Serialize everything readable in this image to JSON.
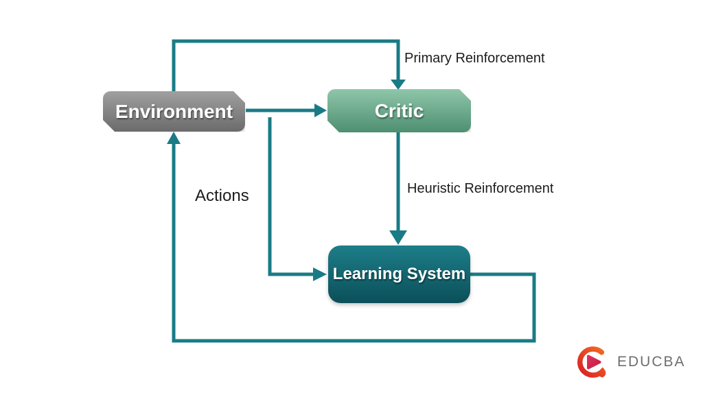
{
  "diagram": {
    "title": "Reinforcement learning block diagram",
    "nodes": [
      {
        "id": "environment",
        "label": "Environment"
      },
      {
        "id": "critic",
        "label": "Critic"
      },
      {
        "id": "learning_system",
        "label": "Learning System"
      }
    ],
    "edges": [
      {
        "from": "environment",
        "to": "critic",
        "label": "Primary Reinforcement",
        "route": "up-over-top"
      },
      {
        "from": "environment",
        "to": "critic",
        "label": "",
        "route": "direct-horizontal"
      },
      {
        "from": "critic",
        "to": "learning_system",
        "label": "Heuristic Reinforcement",
        "route": "straight-down"
      },
      {
        "from": "environment",
        "to": "learning_system",
        "label": "Actions",
        "route": "down-then-right"
      },
      {
        "from": "learning_system",
        "to": "environment",
        "label": "",
        "route": "right-down-around-bottom"
      }
    ],
    "edge_labels": {
      "primary": "Primary Reinforcement",
      "heuristic": "Heuristic Reinforcement",
      "actions": "Actions"
    }
  },
  "branding": {
    "logo_text": "EDUCBA"
  },
  "colors": {
    "background": "#ffffff",
    "connector": "#1a7b86",
    "environment_top": "#a0a0a0",
    "environment_bottom": "#6b6b6b",
    "critic_top": "#8fc6aa",
    "critic_bottom": "#4e8f71",
    "learning_top": "#1d7e89",
    "learning_bottom": "#0b4f59",
    "label_text": "#1c1c1c",
    "box_text": "#ffffff",
    "logo_text": "#6d6e71",
    "logo_orange": "#f26a21",
    "logo_red": "#d92027",
    "logo_pink": "#e0315a",
    "logo_crimson": "#c01d44"
  }
}
